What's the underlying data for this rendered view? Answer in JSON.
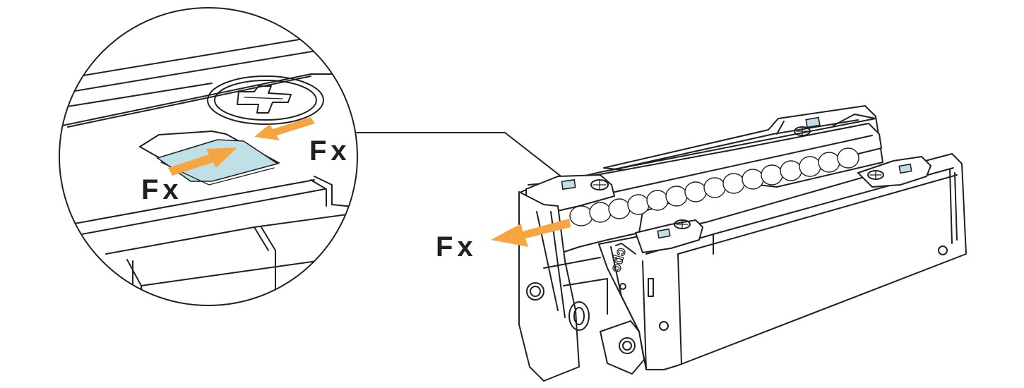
{
  "colors": {
    "arrow": "#f7a540",
    "pad": "#bfe0e6",
    "line": "#231f20",
    "background": "#ffffff"
  },
  "labels": {
    "force_main": "Fx",
    "force_detail_right": "Fx",
    "force_detail_left": "Fx"
  },
  "icons": {
    "screw": "cross-screw-icon",
    "arrow": "arrow-icon"
  }
}
